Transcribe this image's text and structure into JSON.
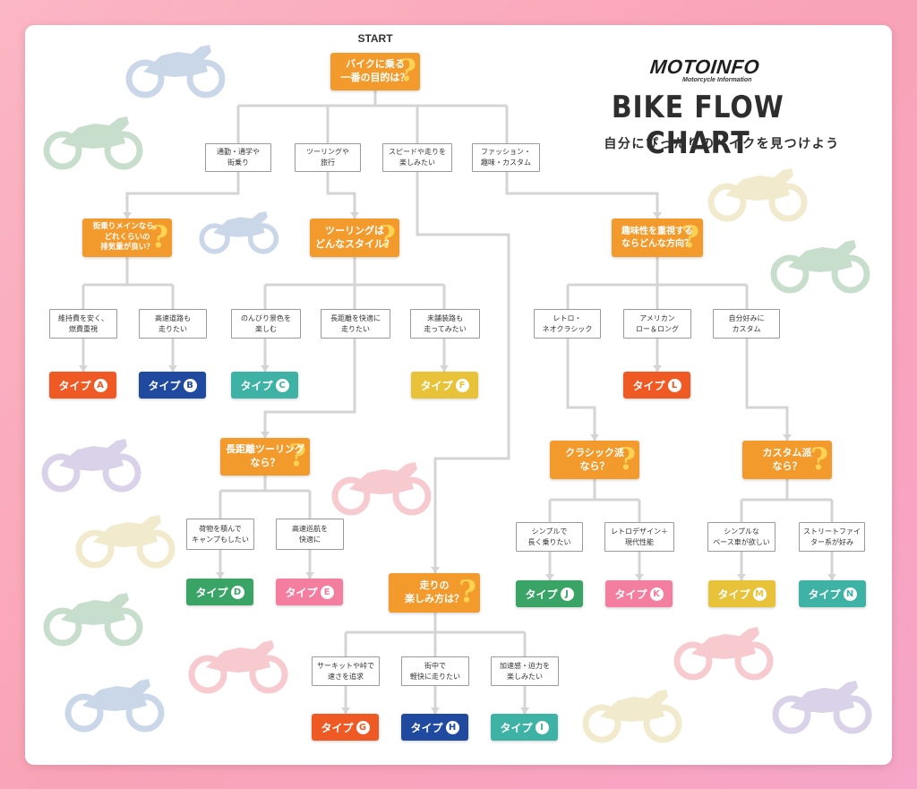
{
  "header": {
    "start_label": "START",
    "logo": "MOTOINFO",
    "logo_sub": "Motorcycle Information",
    "title": "BIKE FLOW CHART",
    "subtitle": "自分にぴったりのバイクを見つけよう"
  },
  "colors": {
    "question": "#f39a2c",
    "type_red": "#ef5a24",
    "type_blue": "#1f4aa0",
    "type_teal": "#3fb2a6",
    "type_yellow": "#e8c33a",
    "type_green": "#3aa466",
    "type_pink": "#f47ea0"
  },
  "questions": {
    "q1": "バイクに乗る\n一番の目的は？",
    "q2": "街乗りメインなら、\nどれくらいの\n排気量が良い？",
    "q3": "ツーリングは\nどんなスタイル？",
    "q4": "趣味性を重視する\nならどんな方向？",
    "q5": "長距離ツーリング\nなら？",
    "q6": "クラシック派\nなら？",
    "q7": "カスタム派\nなら？",
    "q8": "走りの\n楽しみ方は？"
  },
  "answers": {
    "a1": "通勤・通学や\n街乗り",
    "a2": "ツーリングや\n旅行",
    "a3": "スピードや走りを\n楽しみたい",
    "a4": "ファッション・\n趣味・カスタム",
    "a5": "維持費を安く、\n燃費重視",
    "a6": "高速道路も\n走りたい",
    "a7": "のんびり景色を\n楽しむ",
    "a8": "長距離を快適に\n走りたい",
    "a9": "未舗装路も\n走ってみたい",
    "a10": "レトロ・\nネオクラシック",
    "a11": "アメリカン\nロー＆ロング",
    "a12": "自分好みに\nカスタム",
    "a13": "荷物を積んで\nキャンプもしたい",
    "a14": "高速巡航を\n快適に",
    "a15": "シンプルで\n長く乗りたい",
    "a16": "レトロデザイン＋\n現代性能",
    "a17": "シンプルな\nベース車が欲しい",
    "a18": "ストリートファイ\nター系が好み",
    "a19": "サーキットや峠で\n速さを追求",
    "a20": "街中で\n軽快に走りたい",
    "a21": "加速感・迫力を\n楽しみたい"
  },
  "types": {
    "prefix": "タイプ",
    "A": {
      "letter": "A",
      "color": "#ef5a24"
    },
    "B": {
      "letter": "B",
      "color": "#1f4aa0"
    },
    "C": {
      "letter": "C",
      "color": "#3fb2a6"
    },
    "D": {
      "letter": "D",
      "color": "#3aa466"
    },
    "E": {
      "letter": "E",
      "color": "#f47ea0"
    },
    "F": {
      "letter": "F",
      "color": "#e8c33a"
    },
    "G": {
      "letter": "G",
      "color": "#ef5a24"
    },
    "H": {
      "letter": "H",
      "color": "#1f4aa0"
    },
    "I": {
      "letter": "I",
      "color": "#3fb2a6"
    },
    "J": {
      "letter": "J",
      "color": "#3aa466"
    },
    "K": {
      "letter": "K",
      "color": "#f47ea0"
    },
    "L": {
      "letter": "L",
      "color": "#ef5a24"
    },
    "M": {
      "letter": "M",
      "color": "#e8c33a"
    },
    "N": {
      "letter": "N",
      "color": "#3fb2a6"
    }
  },
  "decorations": {
    "bike_icon": "motorcycle-silhouette-icon",
    "question_mark": "?"
  }
}
